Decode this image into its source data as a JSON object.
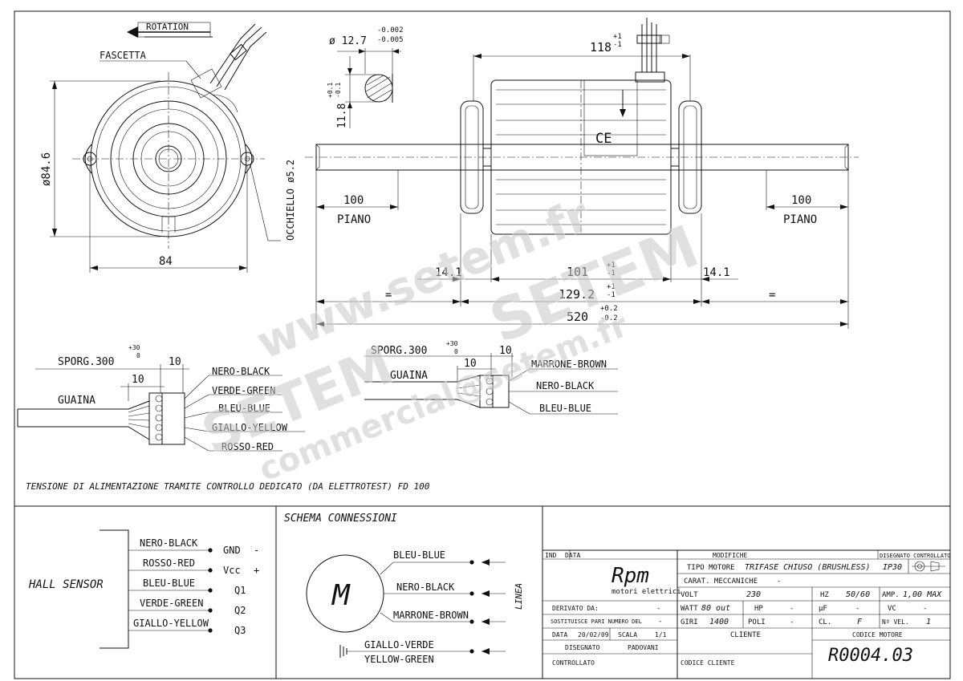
{
  "front_view": {
    "rotation_label": "ROTATION",
    "fascetta_label": "FASCETTA",
    "diameter_label": "ø84.6",
    "width_label": "84",
    "occhiello_label": "OCCHIELLO ø5.2"
  },
  "shaft_detail": {
    "diameter_label": "ø 12.7",
    "diameter_tol_upper": "-0.002",
    "diameter_tol_lower": "-0.005",
    "flat_label": "11.8",
    "flat_tol_upper": "+0.1",
    "flat_tol_lower": "-0.1"
  },
  "side_view": {
    "top_dim": "118",
    "top_dim_tol_upper": "+1",
    "top_dim_tol_lower": "-1",
    "piano_left_value": "100",
    "piano_left_label": "PIANO",
    "piano_right_value": "100",
    "piano_right_label": "PIANO",
    "dim_14_left": "14.1",
    "dim_14_right": "14.1",
    "dim_101": "101",
    "dim_101_tol_upper": "+1",
    "dim_101_tol_lower": "-1",
    "dim_129": "129.2",
    "dim_129_tol_upper": "+1",
    "dim_129_tol_lower": "-1",
    "dim_520": "520",
    "dim_520_tol_upper": "+0.2",
    "dim_520_tol_lower": "-0.2",
    "equal_left": "=",
    "equal_right": "=",
    "ce_mark": "CE"
  },
  "connector_left": {
    "sporg_label": "SPORG.300",
    "sporg_tol_upper": "+30",
    "sporg_tol_lower": "0",
    "dim_10_a": "10",
    "dim_10_b": "10",
    "guaina_label": "GUAINA",
    "wires": [
      "NERO-BLACK",
      "VERDE-GREEN",
      "BLEU-BLUE",
      "GIALLO-YELLOW",
      "ROSSO-RED"
    ]
  },
  "connector_right": {
    "sporg_label": "SPORG.300",
    "sporg_tol_upper": "+30",
    "sporg_tol_lower": "0",
    "dim_10_a": "10",
    "dim_10_b": "10",
    "guaina_label": "GUAINA",
    "wires": [
      "MARRONE-BROWN",
      "NERO-BLACK",
      "BLEU-BLUE"
    ]
  },
  "note": "TENSIONE DI ALIMENTAZIONE TRAMITE CONTROLLO DEDICATO (DA ELETTROTEST) FD 100",
  "hall_sensor": {
    "title": "HALL SENSOR",
    "rows": [
      {
        "wire": "NERO-BLACK",
        "signal": "GND",
        "sign": "-"
      },
      {
        "wire": "ROSSO-RED",
        "signal": "Vcc",
        "sign": "+"
      },
      {
        "wire": "BLEU-BLUE",
        "signal": "Q1",
        "sign": ""
      },
      {
        "wire": "VERDE-GREEN",
        "signal": "Q2",
        "sign": ""
      },
      {
        "wire": "GIALLO-YELLOW",
        "signal": "Q3",
        "sign": ""
      }
    ]
  },
  "schema": {
    "title": "SCHEMA CONNESSIONI",
    "motor_letter": "M",
    "wires": [
      "BLEU-BLUE",
      "NERO-BLACK",
      "MARRONE-BROWN"
    ],
    "linea_label": "LINEA",
    "ground_top": "GIALLO-VERDE",
    "ground_bottom": "YELLOW-GREEN"
  },
  "title_block": {
    "ind": "IND",
    "data_hdr": "DATA",
    "modifiche": "MODIFICHE",
    "disegnato_controllato": "DISEGNATO CONTROLLATO",
    "logo": "Rpm",
    "logo_sub": "motori elettrici",
    "tipo_motore_label": "TIPO MOTORE",
    "tipo_motore_value": "TRIFASE CHIUSO (BRUSHLESS)",
    "ip": "IP30",
    "carat_label": "CARAT. MECCANICHE",
    "carat_value": "-",
    "volt_label": "VOLT",
    "volt_value": "230",
    "hz_label": "HZ",
    "hz_value": "50/60",
    "amp_label": "AMP.",
    "amp_value": "1,00 MAX",
    "watt_label": "WATT",
    "watt_value": "80 out",
    "hp_label": "HP",
    "hp_value": "-",
    "uf_label": "µF",
    "uf_value": "-",
    "vc_label": "VC",
    "vc_value": "-",
    "giri_label": "GIRI",
    "giri_value": "1400",
    "poli_label": "POLI",
    "poli_value": "-",
    "cl_label": "CL.",
    "cl_value": "F",
    "nvel_label": "Nº VEL.",
    "nvel_value": "1",
    "derivato_label": "DERIVATO DA:",
    "derivato_value": "-",
    "sostituisce_label": "SOSTITUISCE PARI NUMERO DEL",
    "sostituisce_value": "-",
    "data_label": "DATA",
    "data_value": "20/02/09",
    "scala_label": "SCALA",
    "scala_value": "1/1",
    "disegnato_label": "DISEGNATO",
    "disegnato_value": "PADOVANI",
    "controllato_label": "CONTROLLATO",
    "cliente_label": "CLIENTE",
    "codice_cliente_label": "CODICE CLIENTE",
    "codice_motore_label": "CODICE MOTORE",
    "codice_motore_value": "R0004.03"
  },
  "watermarks": [
    "www.setem.fr",
    "SETEM",
    "SETEM",
    "commercial@setem.fr"
  ]
}
